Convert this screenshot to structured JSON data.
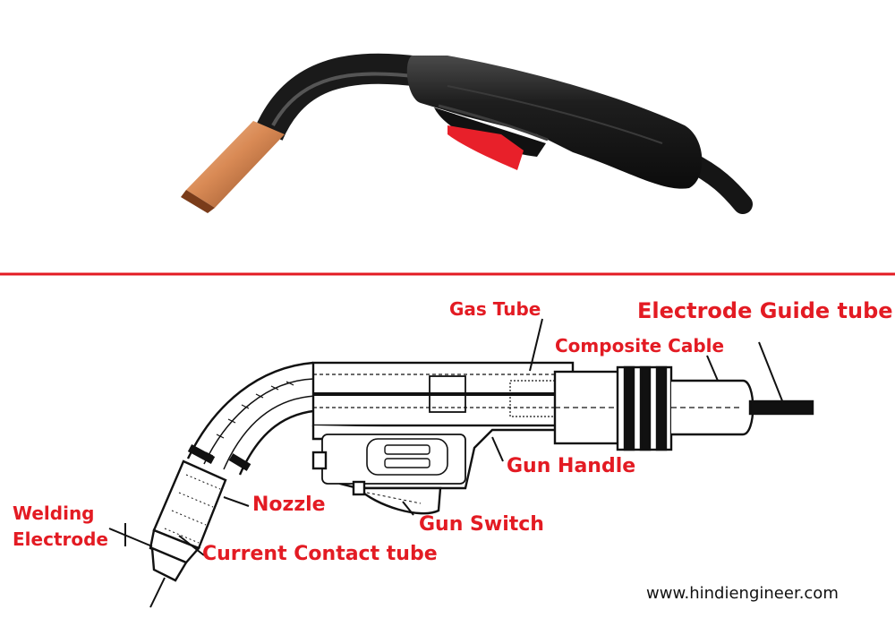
{
  "labels": {
    "gas_tube": "Gas Tube",
    "electrode_guide_tube": "Electrode Guide tube",
    "composite_cable": "Composite Cable",
    "gun_handle": "Gun Handle",
    "nozzle": "Nozzle",
    "gun_switch": "Gun Switch",
    "welding": "Welding",
    "electrode": "Electrode",
    "current_contact_tube": "Current Contact tube"
  },
  "website": "www.hindiengineer.com",
  "colors": {
    "label": "#e31b23",
    "divider": "#e31b23",
    "nozzle_copper": "#d98a55",
    "handle_black": "#1c1c1c",
    "trigger_red": "#e8202a",
    "outline": "#111111"
  }
}
